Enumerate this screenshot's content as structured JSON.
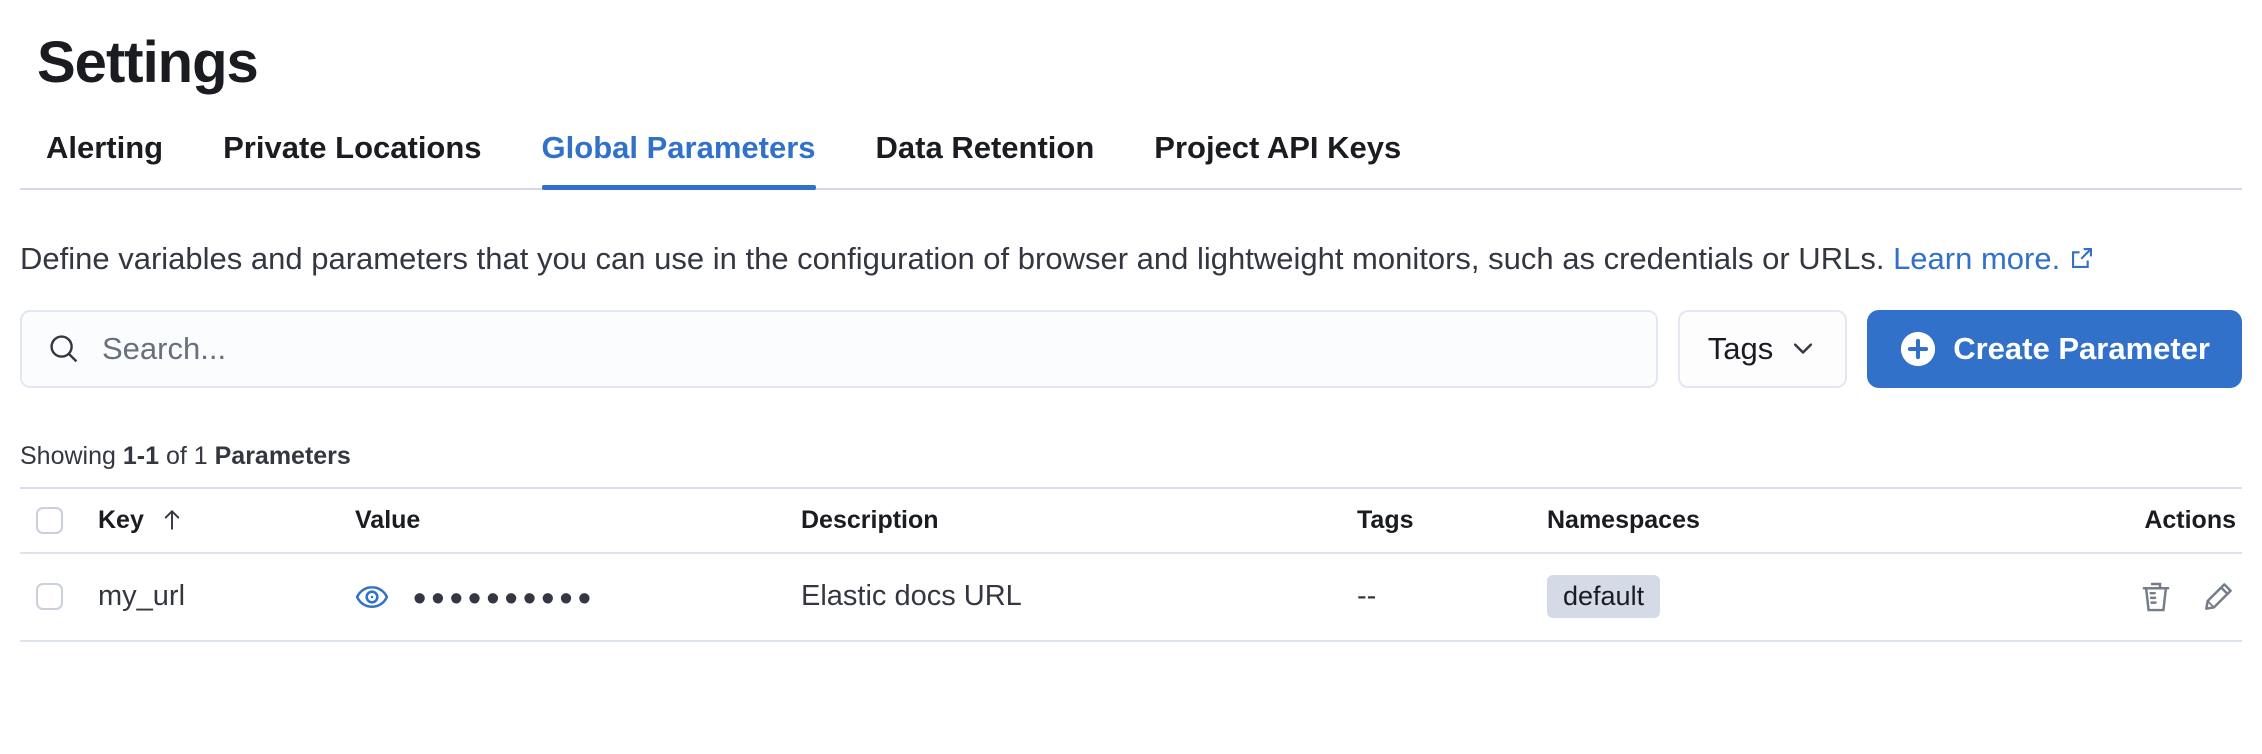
{
  "page": {
    "title": "Settings"
  },
  "tabs": [
    {
      "label": "Alerting"
    },
    {
      "label": "Private Locations"
    },
    {
      "label": "Global Parameters",
      "active": true
    },
    {
      "label": "Data Retention"
    },
    {
      "label": "Project API Keys"
    }
  ],
  "description": {
    "text": "Define variables and parameters that you can use in the configuration of browser and lightweight monitors, such as credentials or URLs.",
    "link_label": "Learn more.",
    "link_icon": "external-link-icon"
  },
  "toolbar": {
    "search_placeholder": "Search...",
    "search_icon": "search-icon",
    "tags_filter_label": "Tags",
    "tags_filter_icon": "chevron-down-icon",
    "create_button_label": "Create Parameter",
    "create_button_icon": "plus-in-circle-icon"
  },
  "summary": {
    "prefix": "Showing",
    "range": "1-1",
    "connector": "of 1",
    "label": "Parameters"
  },
  "table": {
    "columns": [
      "Key",
      "Value",
      "Description",
      "Tags",
      "Namespaces",
      "Actions"
    ],
    "sort": {
      "column": "Key",
      "direction": "ascending",
      "icon": "sort-ascending-arrow-icon"
    },
    "rows": [
      {
        "key": "my_url",
        "value_masked": "••••••••••",
        "value_reveal_icon": "eye-icon",
        "description": "Elastic docs URL",
        "tags": "--",
        "namespaces": [
          "default"
        ],
        "actions": [
          "delete-icon",
          "edit-icon"
        ]
      }
    ]
  },
  "colors": {
    "primary": "#3171ca",
    "ink": "#1a1c21",
    "text": "#343741",
    "subdued": "#69707d",
    "border": "#d3dae6",
    "row_divider": "#dde3ed",
    "input_bg": "#fbfcfd",
    "badge_bg": "#d4dbe7"
  }
}
